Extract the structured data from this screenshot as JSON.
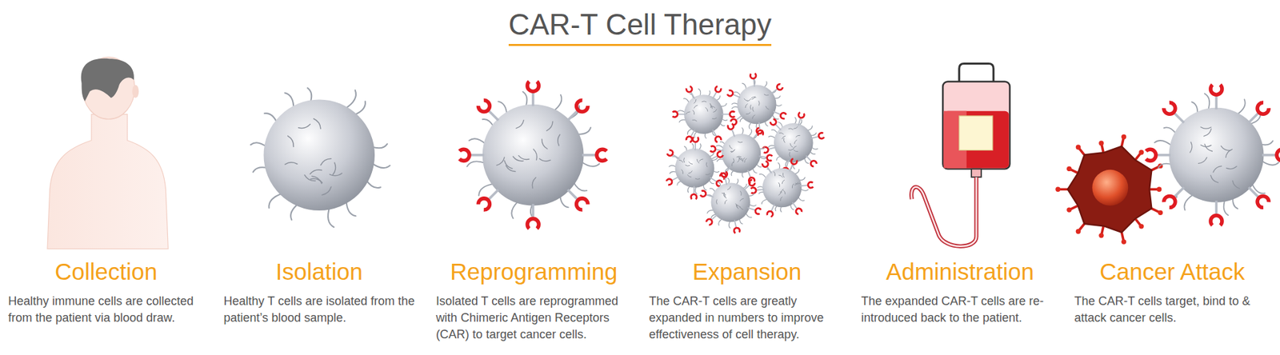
{
  "diagram": {
    "title": "CAR-T Cell Therapy",
    "labels": [
      "Collection",
      "Healthy immune cells are collected from the patient via blood draw.",
      "Isolation",
      "Healthy T cells are isolated from the patient’s blood sample.",
      "Reprogramming",
      "Isolated T cells are reprogrammed with Chimeric Antigen Receptors (CAR) to target cancer cells.",
      "Expansion",
      "The CAR-T cells are greatly expanded in numbers to improve effectiveness of cell therapy.",
      "Administration",
      "The expanded CAR-T cells are re-introduced back to the patient.",
      "Cancer Attack",
      "The CAR-T cells target, bind to & attack cancer cells."
    ]
  }
}
